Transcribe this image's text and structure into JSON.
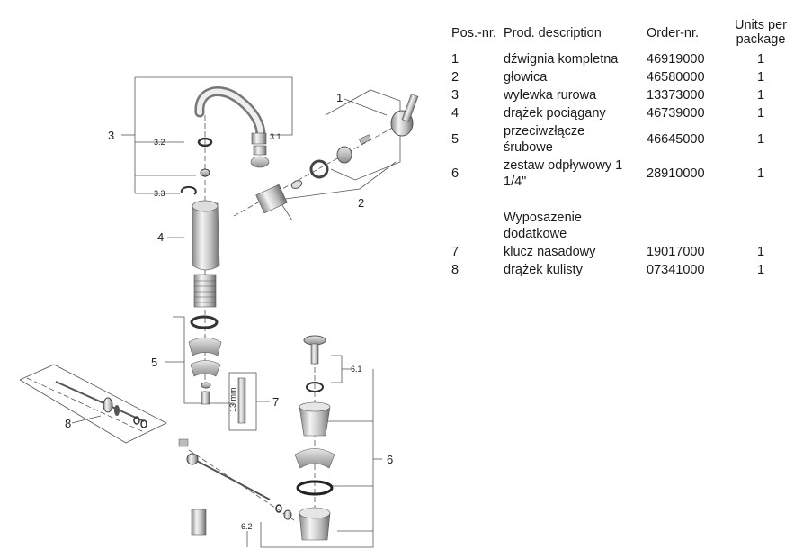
{
  "table": {
    "headers": {
      "pos": "Pos.-nr.",
      "desc": "Prod. description",
      "order": "Order-nr.",
      "units": "Units per package"
    },
    "rows": [
      {
        "pos": "1",
        "desc": "dźwignia kompletna",
        "order": "46919000",
        "units": "1"
      },
      {
        "pos": "2",
        "desc": "głowica",
        "order": "46580000",
        "units": "1"
      },
      {
        "pos": "3",
        "desc": "wylewka rurowa",
        "order": "13373000",
        "units": "1"
      },
      {
        "pos": "4",
        "desc": "drążek pociągany",
        "order": "46739000",
        "units": "1"
      },
      {
        "pos": "5",
        "desc": "przeciwzłącze śrubowe",
        "order": "46645000",
        "units": "1"
      },
      {
        "pos": "6",
        "desc": "zestaw odpływowy 1 1/4\"",
        "order": "28910000",
        "units": "1"
      }
    ],
    "accessories_heading": "Wyposazenie dodatkowe",
    "accessory_rows": [
      {
        "pos": "7",
        "desc": "klucz nasadowy",
        "order": "19017000",
        "units": "1"
      },
      {
        "pos": "8",
        "desc": "drążek kulisty",
        "order": "07341000",
        "units": "1"
      }
    ]
  },
  "drawing": {
    "callouts": {
      "c1": "1",
      "c2": "2",
      "c3": "3",
      "c4": "4",
      "c5": "5",
      "c6": "6",
      "c7": "7",
      "c8": "8",
      "c3_1": "3.1",
      "c3_2": "3.2",
      "c3_3": "3.3",
      "c6_1": "6.1",
      "c6_2": "6.2",
      "c13mm": "13 mm"
    }
  }
}
